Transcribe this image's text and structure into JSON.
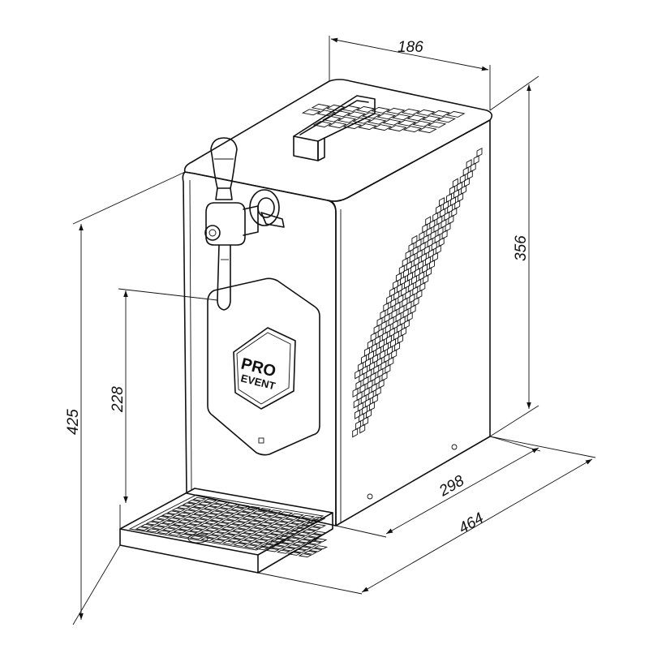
{
  "dimensions": {
    "depth_top": "186",
    "height_body": "356",
    "height_total": "425",
    "height_drip": "228",
    "width_body": "298",
    "width_total": "464"
  },
  "logo": {
    "line1": "PRO",
    "line2": "EVENT"
  }
}
